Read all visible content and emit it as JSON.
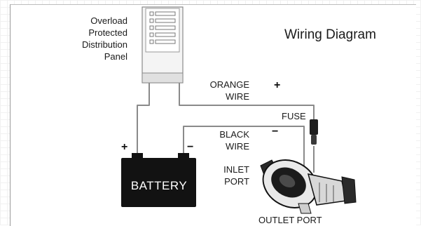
{
  "diagram": {
    "title": "Wiring Diagram",
    "panel_label_lines": [
      "Overload",
      "Protected",
      "Distribution",
      "Panel"
    ],
    "orange_wire_lines": [
      "ORANGE",
      "WIRE"
    ],
    "black_wire_lines": [
      "BLACK",
      "WIRE"
    ],
    "fuse_label": "FUSE",
    "inlet_port_lines": [
      "INLET",
      "PORT"
    ],
    "outlet_port_label": "OUTLET PORT",
    "battery_label": "BATTERY",
    "plus_sign": "+",
    "minus_sign": "−",
    "battery_plus": "+",
    "battery_minus": "−"
  }
}
